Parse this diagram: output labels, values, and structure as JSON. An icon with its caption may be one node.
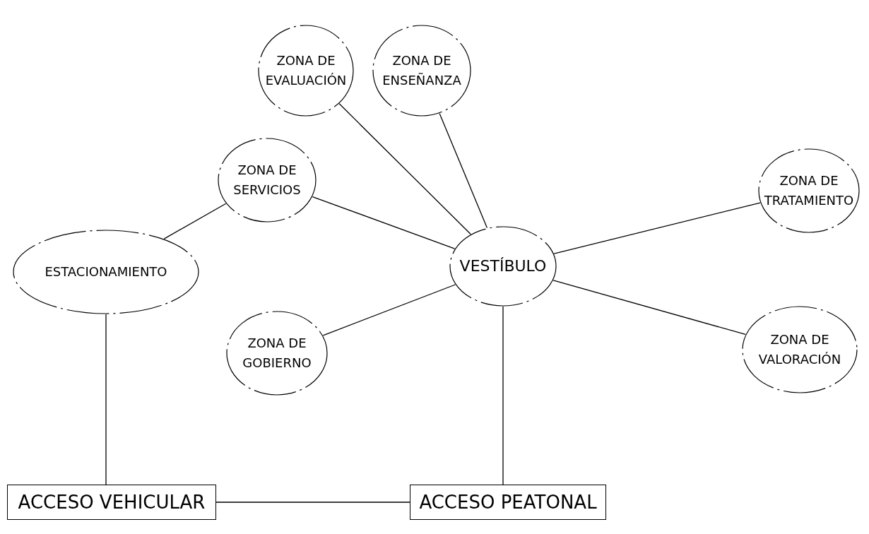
{
  "diagram": {
    "nodes": [
      {
        "text": [
          "ZONA DE EVALUACIÓN"
        ]
      },
      {
        "text": [
          "ZONA DE ENSEÑANZA"
        ]
      },
      {
        "text": [
          "ZONA DE SERVICIOS"
        ]
      },
      {
        "text": [
          "ZONA DE TRATAMIENTO"
        ]
      },
      {
        "text": [
          "ESTACIONAMIENTO"
        ]
      },
      {
        "text": [
          "VESTÍBULO"
        ]
      },
      {
        "text": [
          "ZONA DE GOBIERNO"
        ]
      },
      {
        "text": [
          "ZONA DE VALORACIÓN"
        ]
      },
      {
        "text": [
          "ACCESO VEHICULAR"
        ]
      },
      {
        "text": [
          "ACCESO PEATONAL"
        ]
      }
    ],
    "edges": [
      {
        "from": 5,
        "to": 0,
        "arrow": "none"
      },
      {
        "from": 5,
        "to": 1,
        "arrow": "none"
      },
      {
        "from": 5,
        "to": 2,
        "arrow": "none"
      },
      {
        "from": 5,
        "to": 3,
        "arrow": "none"
      },
      {
        "from": 5,
        "to": 6,
        "arrow": "none"
      },
      {
        "from": 5,
        "to": 7,
        "arrow": "none"
      },
      {
        "from": 2,
        "to": 4,
        "arrow": "none"
      },
      {
        "from": 4,
        "to": 8,
        "arrow": "none"
      },
      {
        "from": 5,
        "to": 9,
        "arrow": "none"
      },
      {
        "from": 8,
        "to": 9,
        "arrow": "none"
      }
    ]
  }
}
